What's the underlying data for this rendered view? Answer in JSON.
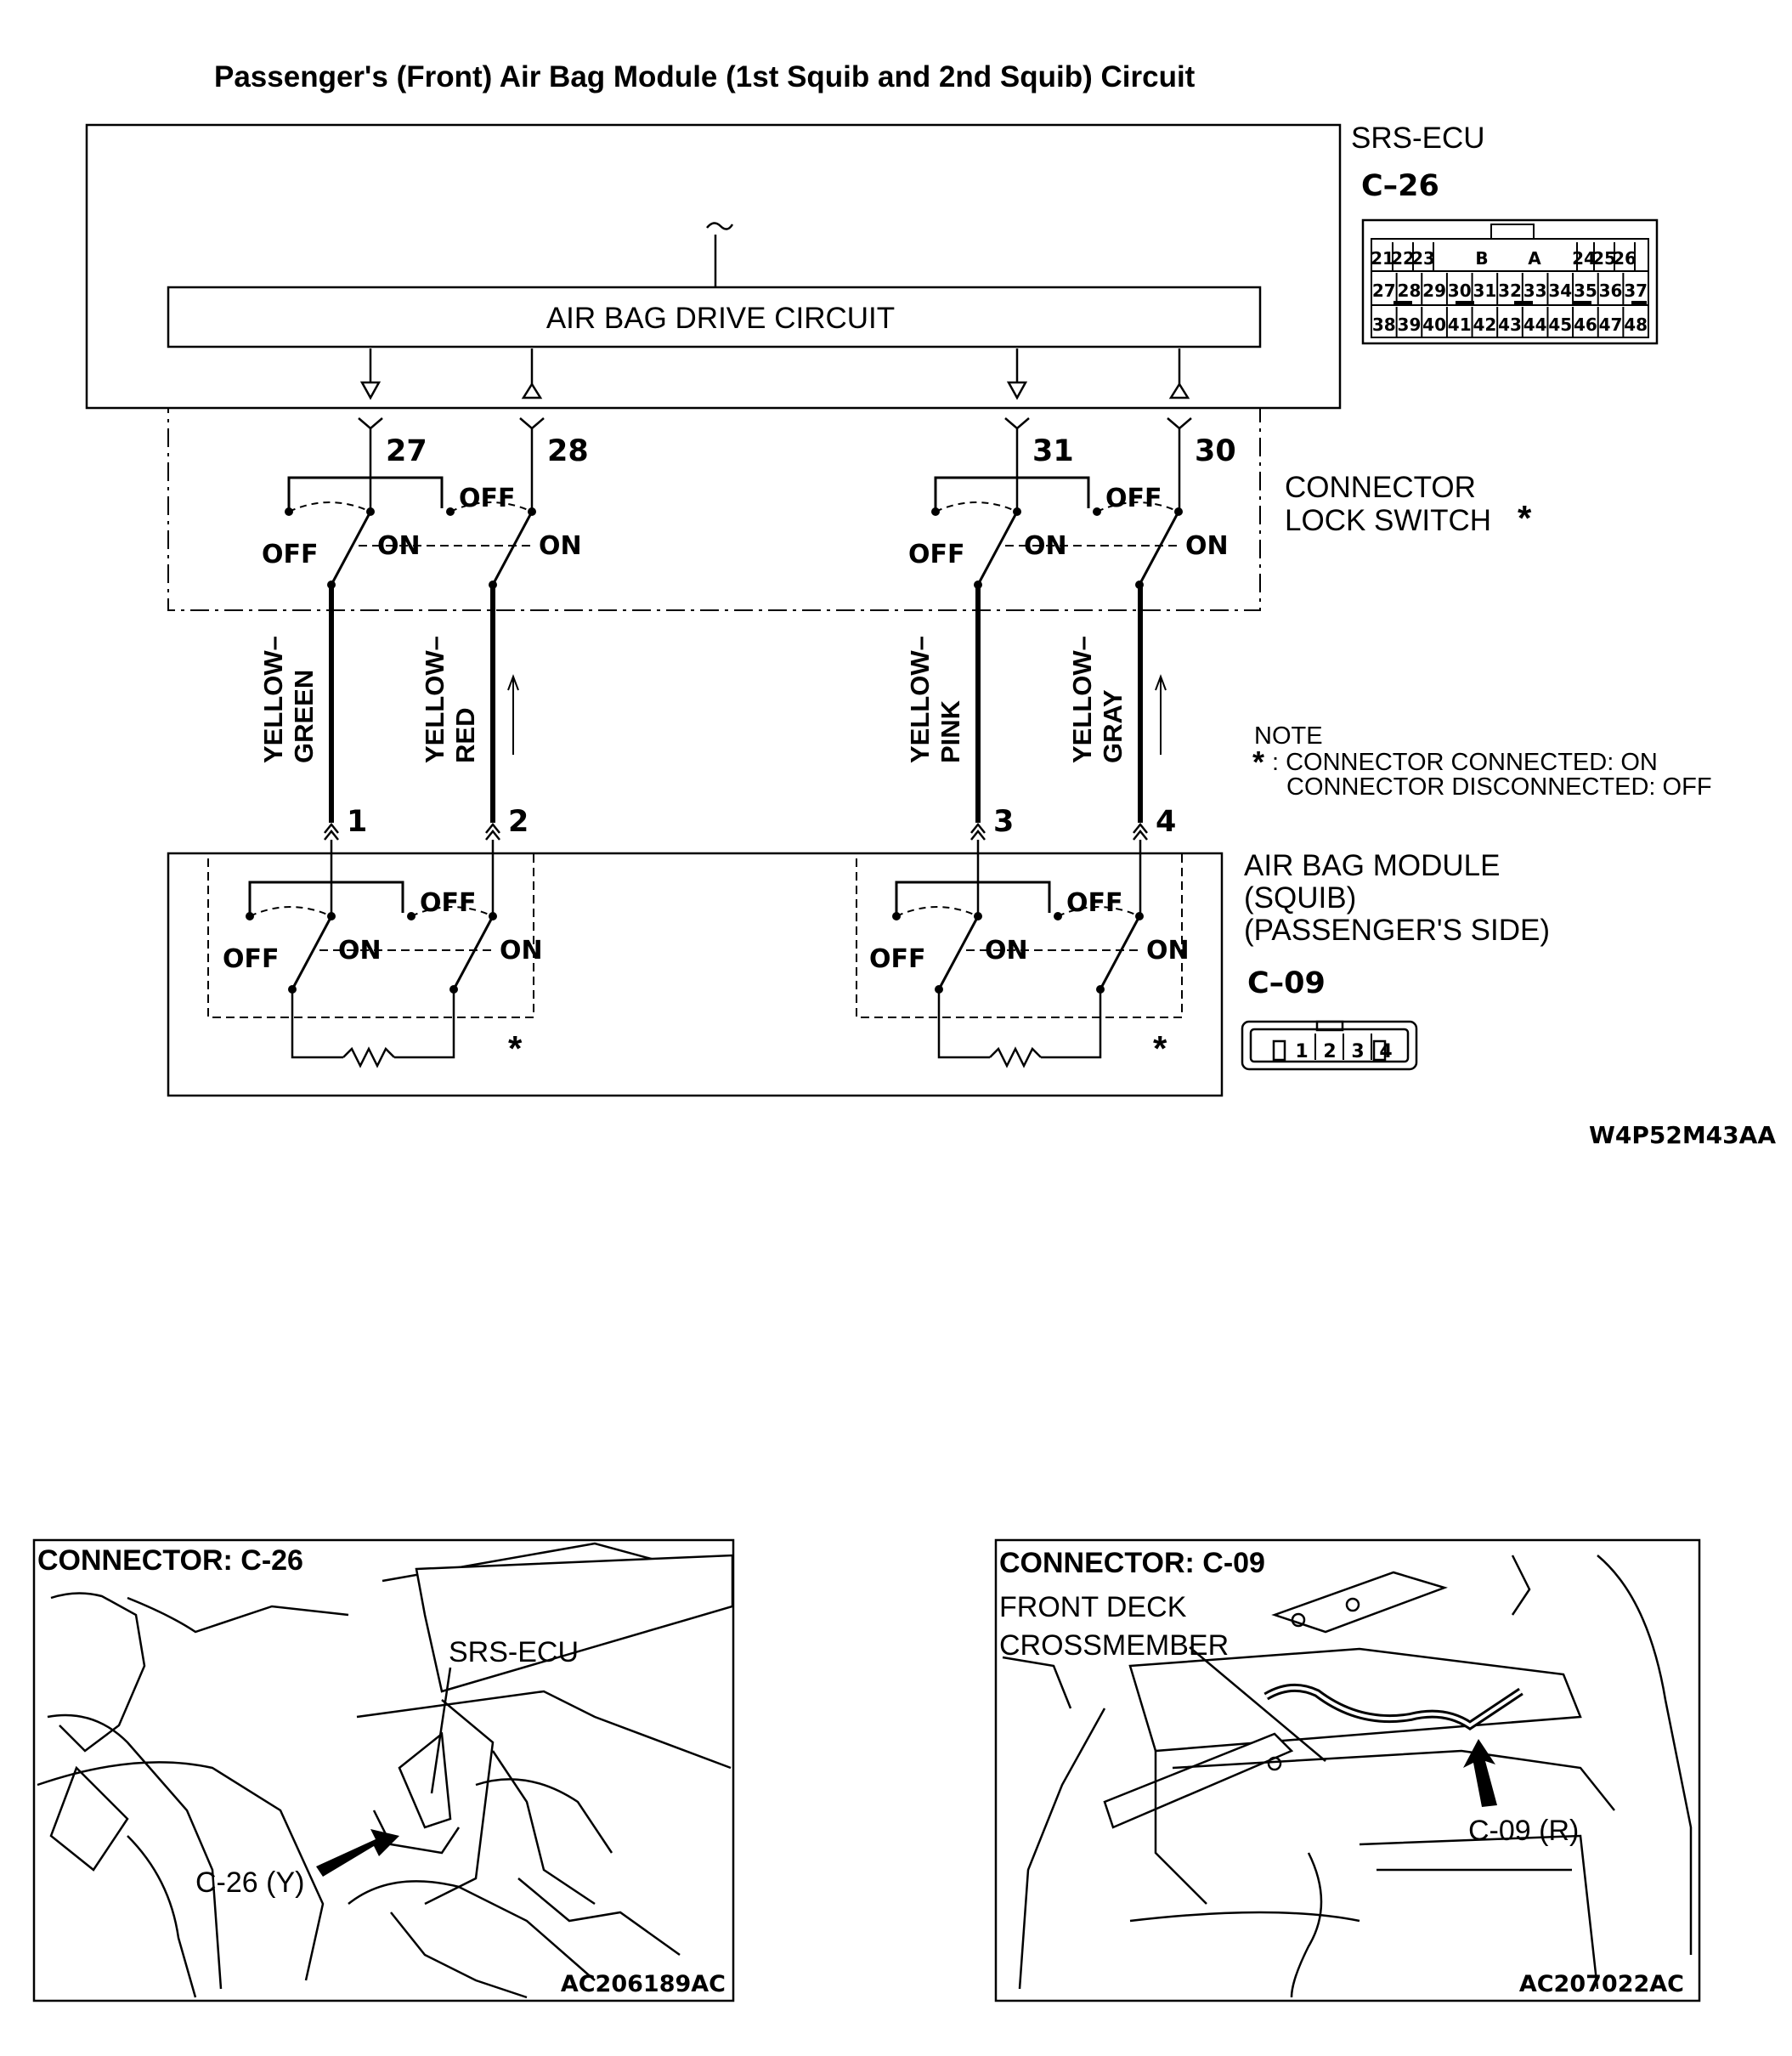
{
  "title": "Passenger's (Front) Air Bag Module (1st Squib and 2nd Squib) Circuit",
  "ecu": {
    "name": "SRS-ECU",
    "connector_id": "C–26",
    "drive_circuit_label": "AIR BAG DRIVE CIRCUIT",
    "pins_row1": [
      "21",
      "22",
      "23",
      "B",
      "A",
      "24",
      "25",
      "26"
    ],
    "pins_row2": [
      "27",
      "28",
      "29",
      "30",
      "31",
      "32",
      "33",
      "34",
      "35",
      "36",
      "37"
    ],
    "pins_row3": [
      "38",
      "39",
      "40",
      "41",
      "42",
      "43",
      "44",
      "45",
      "46",
      "47",
      "48"
    ],
    "terminals": [
      "27",
      "28",
      "31",
      "30"
    ]
  },
  "lock_switch": {
    "label_line1": "CONNECTOR",
    "label_line2": "LOCK SWITCH",
    "star": "*",
    "off": "OFF",
    "on": "ON"
  },
  "wires": [
    {
      "line1": "YELLOW–",
      "line2": "GREEN",
      "pin": "1"
    },
    {
      "line1": "YELLOW–",
      "line2": "RED",
      "pin": "2"
    },
    {
      "line1": "YELLOW–",
      "line2": "PINK",
      "pin": "3"
    },
    {
      "line1": "YELLOW–",
      "line2": "GRAY",
      "pin": "4"
    }
  ],
  "note": {
    "heading": "NOTE",
    "star": "*",
    "line1": ": CONNECTOR CONNECTED: ON",
    "line2": "CONNECTOR DISCONNECTED: OFF"
  },
  "module": {
    "line1": "AIR BAG MODULE",
    "line2": "(SQUIB)",
    "line3": "(PASSENGER'S SIDE)",
    "connector_id": "C–09",
    "pins": [
      "1",
      "2",
      "3",
      "4"
    ],
    "star": "*"
  },
  "figure_code": "W4P52M43AA",
  "photo_left": {
    "title": "CONNECTOR: C-26",
    "label_ecu": "SRS-ECU",
    "label_conn": "C-26 (Y)",
    "code": "AC206189AC"
  },
  "photo_right": {
    "title": "CONNECTOR: C-09",
    "label_line1": "FRONT DECK",
    "label_line2": "CROSSMEMBER",
    "label_conn": "C-09 (R)",
    "code": "AC207022AC"
  }
}
